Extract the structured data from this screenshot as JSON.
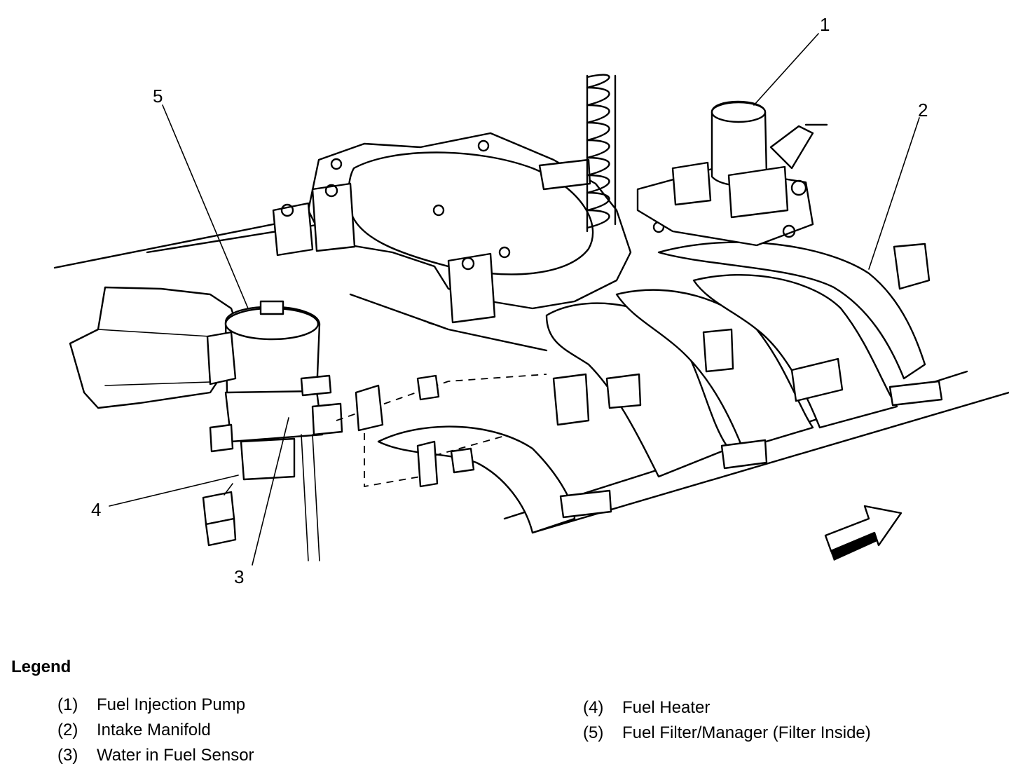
{
  "callouts": [
    "1",
    "2",
    "3",
    "4",
    "5"
  ],
  "legend": {
    "title": "Legend",
    "items": [
      {
        "num": "(1)",
        "label": "Fuel Injection Pump"
      },
      {
        "num": "(2)",
        "label": "Intake Manifold"
      },
      {
        "num": "(3)",
        "label": "Water in Fuel Sensor"
      },
      {
        "num": "(4)",
        "label": "Fuel Heater"
      },
      {
        "num": "(5)",
        "label": "Fuel Filter/Manager (Filter Inside)"
      }
    ]
  },
  "icons": [
    "front-direction-arrow-icon"
  ]
}
